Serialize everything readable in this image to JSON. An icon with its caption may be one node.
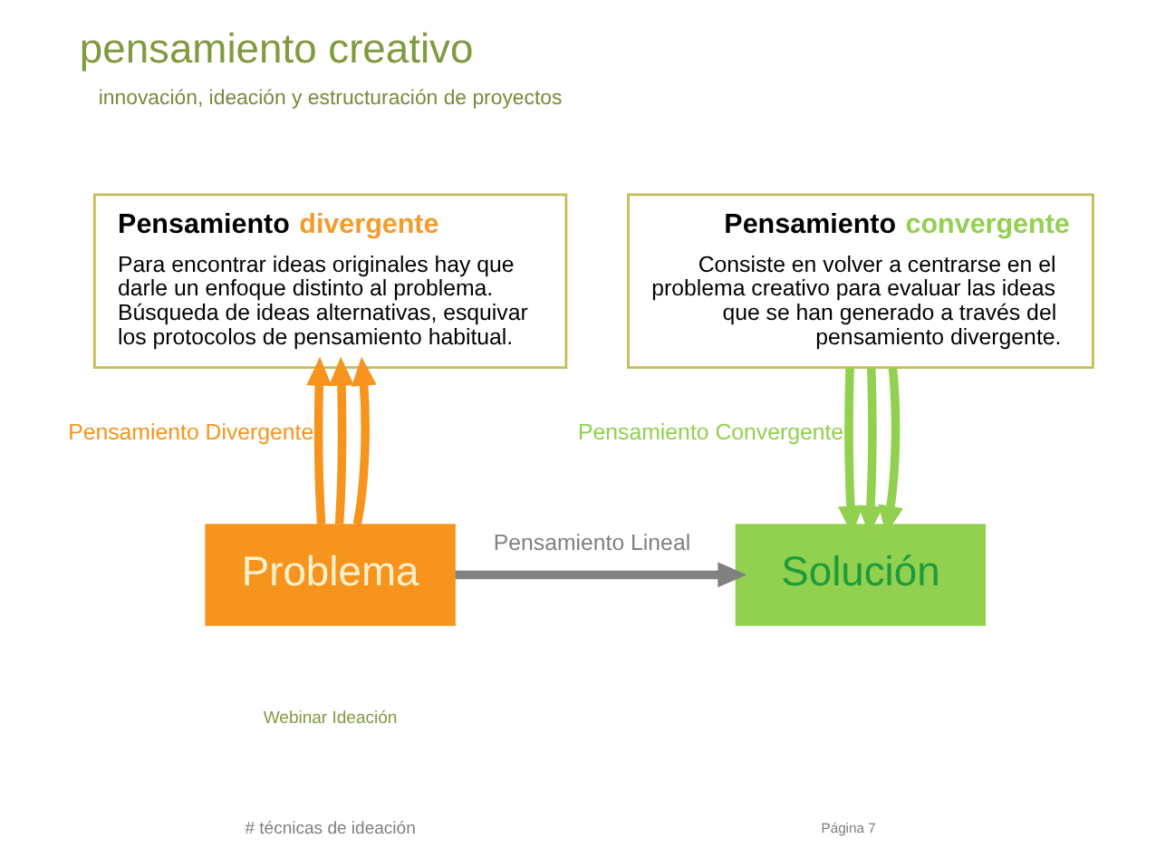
{
  "diagram": {
    "title": "pensamiento creativo",
    "nodes": [
      {
        "text": [
          "Pensamiento divergente",
          "Para encontrar ideas originales hay que darle un enfoque distinto al problema. Búsqueda de ideas alternativas, esquivar los protocolos de pensamiento habitual."
        ]
      },
      {
        "text": [
          "Pensamiento convergente",
          "Consiste en volver a centrarse en el problema creativo para evaluar las ideas que se han generado a través del pensamiento divergente."
        ]
      },
      {
        "text": [
          "Problema"
        ]
      },
      {
        "text": [
          "Solución"
        ]
      }
    ],
    "edges": [
      {
        "from": 2,
        "to": 0,
        "arrow": "to",
        "label": "Pensamiento Divergente",
        "color": "#f7941d"
      },
      {
        "from": 2,
        "to": 0,
        "arrow": "to",
        "color": "#f7941d"
      },
      {
        "from": 2,
        "to": 0,
        "arrow": "to",
        "color": "#f7941d"
      },
      {
        "from": 1,
        "to": 3,
        "arrow": "to",
        "label": "Pensamiento Convergente",
        "color": "#92d050"
      },
      {
        "from": 1,
        "to": 3,
        "arrow": "to",
        "color": "#92d050"
      },
      {
        "from": 1,
        "to": 3,
        "arrow": "to",
        "color": "#92d050"
      },
      {
        "from": 2,
        "to": 3,
        "arrow": "to",
        "label": "Pensamiento Lineal",
        "color": "#808080"
      }
    ],
    "labels": [
      "innovación, ideación y estructuración de proyectos",
      "Webinar Ideación",
      "# técnicas de ideación",
      "Página 7"
    ]
  }
}
